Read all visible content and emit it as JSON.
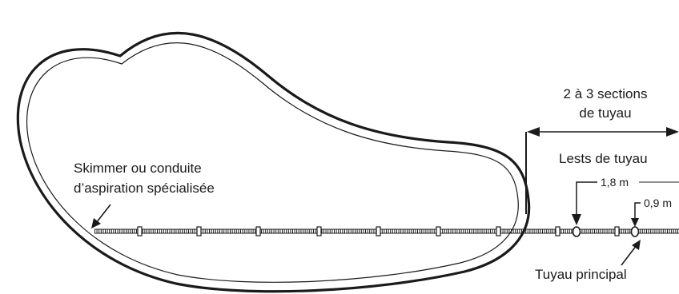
{
  "labels": {
    "skimmer_line1": "Skimmer ou conduite",
    "skimmer_line2": "d’aspiration spécialisée",
    "sections_line1": "2 à 3 sections",
    "sections_line2": "de tuyau",
    "weights": "Lests de tuyau",
    "dist_a": "1,8 m",
    "dist_b": "0,9 m",
    "main_hose": "Tuyau principal"
  },
  "colors": {
    "line": "#1a1a1a",
    "background": "#ffffff"
  }
}
